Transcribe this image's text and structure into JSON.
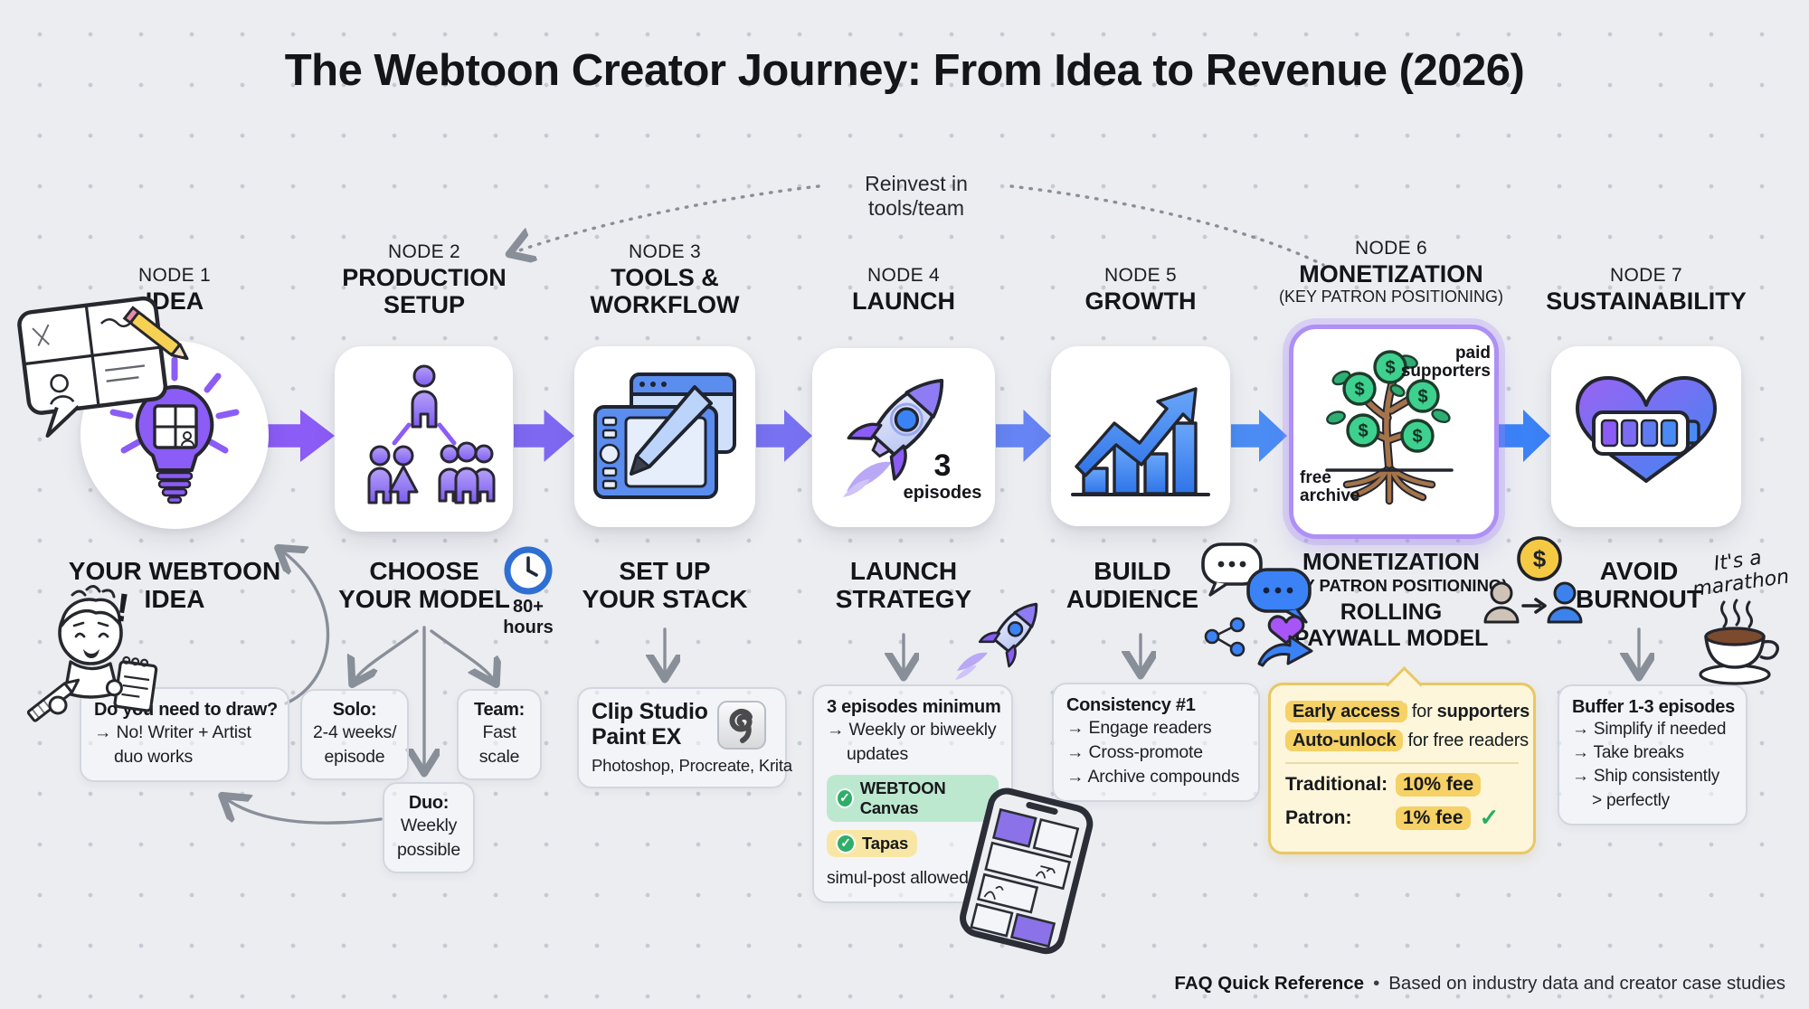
{
  "title": "The Webtoon Creator Journey: From Idea to Revenue (2026)",
  "loop_label": "Reinvest in tools/team",
  "footer": {
    "strong": "FAQ Quick Reference",
    "bullet": "•",
    "rest": "Based on industry data and creator case studies"
  },
  "nodes": [
    {
      "kicker": "NODE 1",
      "name": "IDEA",
      "heading": "YOUR WEBTOON\nIDEA"
    },
    {
      "kicker": "NODE 2",
      "name": "PRODUCTION\nSETUP",
      "heading": "CHOOSE\nYOUR MODEL",
      "hours_value": "80+",
      "hours_unit": "hours"
    },
    {
      "kicker": "NODE 3",
      "name": "TOOLS &\nWORKFLOW",
      "heading": "SET UP\nYOUR STACK"
    },
    {
      "kicker": "NODE 4",
      "name": "LAUNCH",
      "heading": "LAUNCH\nSTRATEGY",
      "count": "3",
      "count_label": "episodes"
    },
    {
      "kicker": "NODE 5",
      "name": "GROWTH",
      "heading": "BUILD\nAUDIENCE"
    },
    {
      "kicker": "NODE 6",
      "name": "MONETIZATION",
      "kicker_sub": "(KEY PATRON POSITIONING)",
      "heading": "MONETIZATION",
      "heading_sub": "(KEY PATRON POSITIONING)",
      "heading2": "ROLLING\nPAYWALL MODEL",
      "label_top": "paid\nsupporters",
      "label_bottom": "free\narchive"
    },
    {
      "kicker": "NODE 7",
      "name": "SUSTAINABILITY",
      "heading": "AVOID\nBURNOUT"
    }
  ],
  "boxes": {
    "draw_question": {
      "title": "Do you need to draw?",
      "line1": "→ No! Writer + Artist",
      "line2": "duo works"
    },
    "solo": {
      "title": "Solo:",
      "line1": "2-4 weeks/",
      "line2": "episode"
    },
    "team": {
      "title": "Team:",
      "line1": "Fast",
      "line2": "scale"
    },
    "duo": {
      "title": "Duo:",
      "line1": "Weekly",
      "line2": "possible"
    },
    "stack": {
      "title": "Clip Studio\nPaint EX",
      "subtitle": "Photoshop, Procreate, Krita"
    },
    "launch": {
      "title": "3 episodes minimum",
      "line1": "→ Weekly or biweekly",
      "line2": "updates",
      "pill_green": "WEBTOON Canvas",
      "pill_yellow": "Tapas",
      "note": "simul-post allowed"
    },
    "growth": {
      "title": "Consistency #1",
      "lines": [
        "→ Engage readers",
        "→ Cross-promote",
        "→ Archive compounds"
      ]
    },
    "monetization": {
      "hl1": "Early access",
      "mid1": "for",
      "b1": "supporters",
      "hl2": "Auto-unlock",
      "rest2": "for free readers",
      "row1_label": "Traditional:",
      "row1_value": "10% fee",
      "row2_label": "Patron:",
      "row2_value": "1% fee",
      "check": "✓"
    },
    "burnout": {
      "title": "Buffer 1-3 episodes",
      "lines": [
        "→ Simplify if needed",
        "→ Take breaks",
        "→ Ship consistently",
        "> perfectly"
      ]
    }
  },
  "annotations": {
    "marathon": "It's a\nmarathon",
    "exclaim": "!",
    "dollar": "$",
    "check": "✓"
  },
  "colors": {
    "arrow1": "#8b5cf6",
    "arrow2": "#7f68f1",
    "arrow3": "#7872f2",
    "arrow4": "#6684f3",
    "arrow5": "#4b8cf4",
    "arrow6": "#3b82f6",
    "accent_purple": "#8b5cf6",
    "accent_blue": "#3b82f6",
    "highlight_yellow": "#f5d166",
    "callout_bg": "#fdf6da",
    "callout_border": "#e9c764",
    "pill_green": "#bde8d0",
    "pill_yellow": "#f8e7a4"
  }
}
